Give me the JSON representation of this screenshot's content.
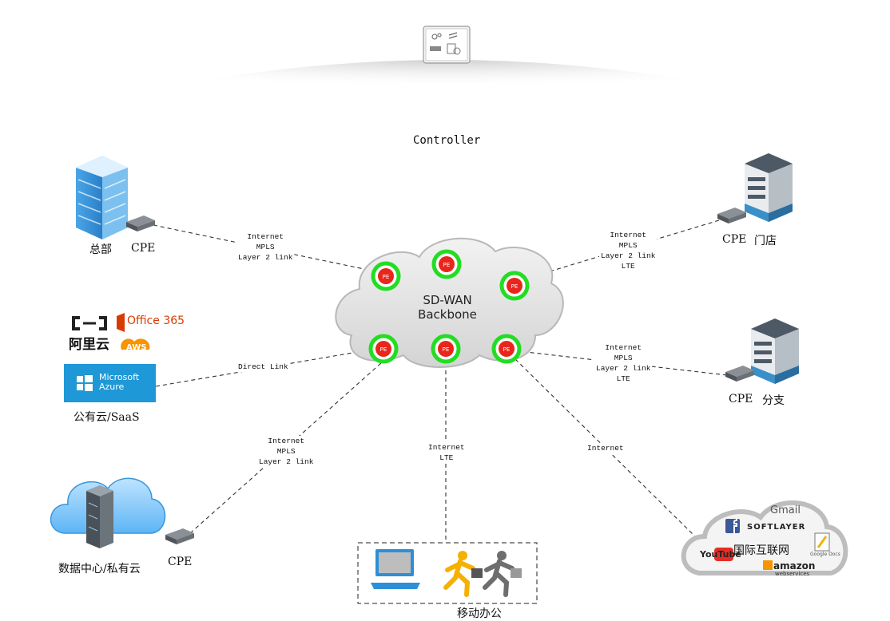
{
  "controller": {
    "label": "Controller"
  },
  "backbone": {
    "line1": "SD-WAN",
    "line2": "Backbone",
    "pe_label": "PE"
  },
  "sites": {
    "hq": {
      "name": "总部",
      "cpe": "CPE"
    },
    "store": {
      "name": "门店",
      "cpe": "CPE"
    },
    "branch": {
      "name": "分支",
      "cpe": "CPE"
    },
    "public_cloud": {
      "name": "公有云/SaaS",
      "aliyun": "阿里云",
      "office": "Office 365",
      "aws": "AWS",
      "azure_line1": "Microsoft",
      "azure_line2": "Azure"
    },
    "datacenter": {
      "name": "数据中心/私有云",
      "cpe": "CPE"
    },
    "mobile": {
      "name": "移动办公"
    },
    "internet": {
      "name": "国际互联网",
      "gmail": "Gmail",
      "softlayer": "SOFTLAYER",
      "youtube": "YouTube",
      "amazon": "amazon",
      "amazon_sub": "webservices",
      "gdocs": "Google Docs"
    }
  },
  "links": {
    "hq": [
      "Internet",
      "MPLS",
      "Layer 2 link"
    ],
    "store": [
      "Internet",
      "MPLS",
      "Layer 2 link",
      "LTE"
    ],
    "branch": [
      "Internet",
      "MPLS",
      "Layer 2 link",
      "LTE"
    ],
    "public_cloud": [
      "Direct Link"
    ],
    "datacenter": [
      "Internet",
      "MPLS",
      "Layer 2 link"
    ],
    "mobile": [
      "Internet",
      "LTE"
    ],
    "internet": [
      "Internet"
    ]
  },
  "colors": {
    "pe_ring": "#22dd22",
    "pe_fill": "#e8261c",
    "cloud_fill": "#e6e6e6",
    "azure": "#1e98d6",
    "office": "#d83b01",
    "aws": "#f79400"
  }
}
